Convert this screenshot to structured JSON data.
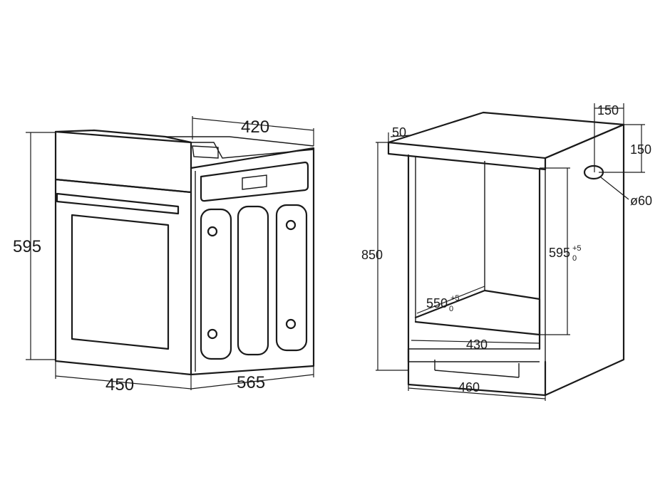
{
  "oven_view": {
    "dims": {
      "height": "595",
      "width": "450",
      "depth": "565",
      "top_depth": "420"
    }
  },
  "cabinet_view": {
    "dims": {
      "top_offset": "50",
      "cabinet_height": "850",
      "niche_height": "595",
      "niche_height_tol": "+5",
      "niche_height_tol_low": "0",
      "niche_depth": "550",
      "niche_depth_tol": "+5",
      "niche_depth_tol_low": "0",
      "base_width": "430",
      "plinth_width": "460",
      "hole_offset_x": "150",
      "hole_offset_y": "150",
      "hole_diameter": "ø60"
    }
  },
  "colors": {
    "line": "#1a1a1a",
    "background": "#ffffff"
  }
}
